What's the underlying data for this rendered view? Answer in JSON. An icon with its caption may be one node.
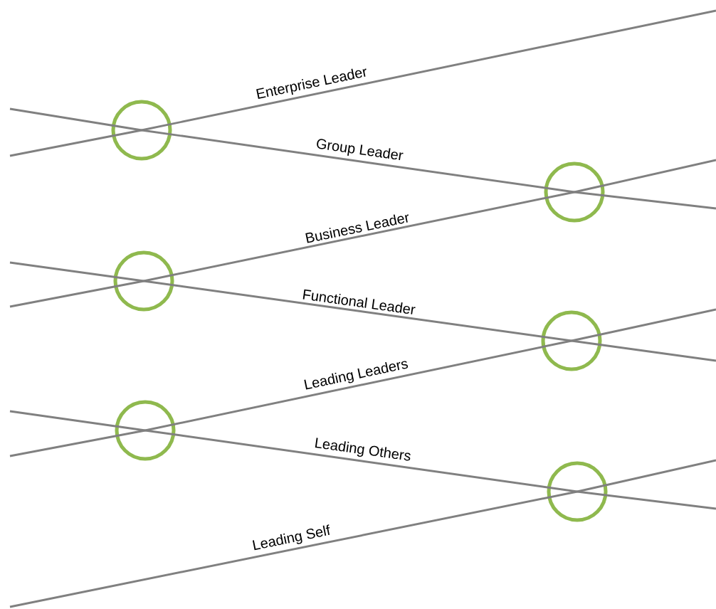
{
  "diagram": {
    "nodes": [
      {
        "text": [],
        "shape": "circle"
      },
      {
        "text": [],
        "shape": "circle"
      },
      {
        "text": [],
        "shape": "circle"
      },
      {
        "text": [],
        "shape": "circle"
      },
      {
        "text": [],
        "shape": "circle"
      },
      {
        "text": [],
        "shape": "circle"
      }
    ],
    "edges": [
      {
        "from": null,
        "to": 0,
        "arrow": "none"
      },
      {
        "from": null,
        "to": 0,
        "arrow": "none"
      },
      {
        "from": 0,
        "to": null,
        "arrow": "none",
        "label": "Enterprise Leader"
      },
      {
        "from": 0,
        "to": 1,
        "arrow": "none",
        "label": "Group Leader"
      },
      {
        "from": 1,
        "to": null,
        "arrow": "none"
      },
      {
        "from": 1,
        "to": null,
        "arrow": "none"
      },
      {
        "from": null,
        "to": 2,
        "arrow": "none"
      },
      {
        "from": null,
        "to": 2,
        "arrow": "none"
      },
      {
        "from": 2,
        "to": 1,
        "arrow": "none",
        "label": "Business Leader"
      },
      {
        "from": 2,
        "to": 3,
        "arrow": "none",
        "label": "Functional Leader"
      },
      {
        "from": 3,
        "to": null,
        "arrow": "none"
      },
      {
        "from": 3,
        "to": null,
        "arrow": "none"
      },
      {
        "from": null,
        "to": 4,
        "arrow": "none"
      },
      {
        "from": null,
        "to": 4,
        "arrow": "none"
      },
      {
        "from": 4,
        "to": 3,
        "arrow": "none",
        "label": "Leading Leaders"
      },
      {
        "from": 4,
        "to": 5,
        "arrow": "none",
        "label": "Leading Others"
      },
      {
        "from": 5,
        "to": null,
        "arrow": "none"
      },
      {
        "from": 5,
        "to": null,
        "arrow": "none"
      },
      {
        "from": null,
        "to": 5,
        "arrow": "none",
        "label": "Leading Self"
      }
    ]
  }
}
